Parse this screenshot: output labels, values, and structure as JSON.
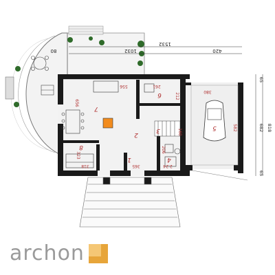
{
  "dimensions": {
    "total_width": "1532",
    "left_span": "1032",
    "right_span": "420",
    "terrace_span": "80",
    "right_side": [
      "818",
      "682",
      "65",
      "65"
    ]
  },
  "rooms": [
    {
      "id": "1",
      "area": "",
      "label": "1"
    },
    {
      "id": "2",
      "area": "",
      "label": "2"
    },
    {
      "id": "3",
      "area": "",
      "label": "3"
    },
    {
      "id": "4",
      "area": "2.24",
      "label": "4"
    },
    {
      "id": "5",
      "area": "",
      "label": "5"
    },
    {
      "id": "6",
      "area": "",
      "label": "6"
    },
    {
      "id": "7",
      "area": "",
      "label": "7"
    },
    {
      "id": "8",
      "area": "",
      "label": "8"
    }
  ],
  "room_dims": {
    "living_w": "556",
    "living_h": "656",
    "kitchen_h": "323",
    "kitchen_w": "318",
    "hall_w": "365",
    "room6_w": "261",
    "room6_h": "212",
    "stair_h": "160",
    "bath_h": "206",
    "garage_w": "380",
    "garage_h": "582"
  },
  "brand": {
    "name": "archon",
    "accent": "#e7a53a"
  }
}
